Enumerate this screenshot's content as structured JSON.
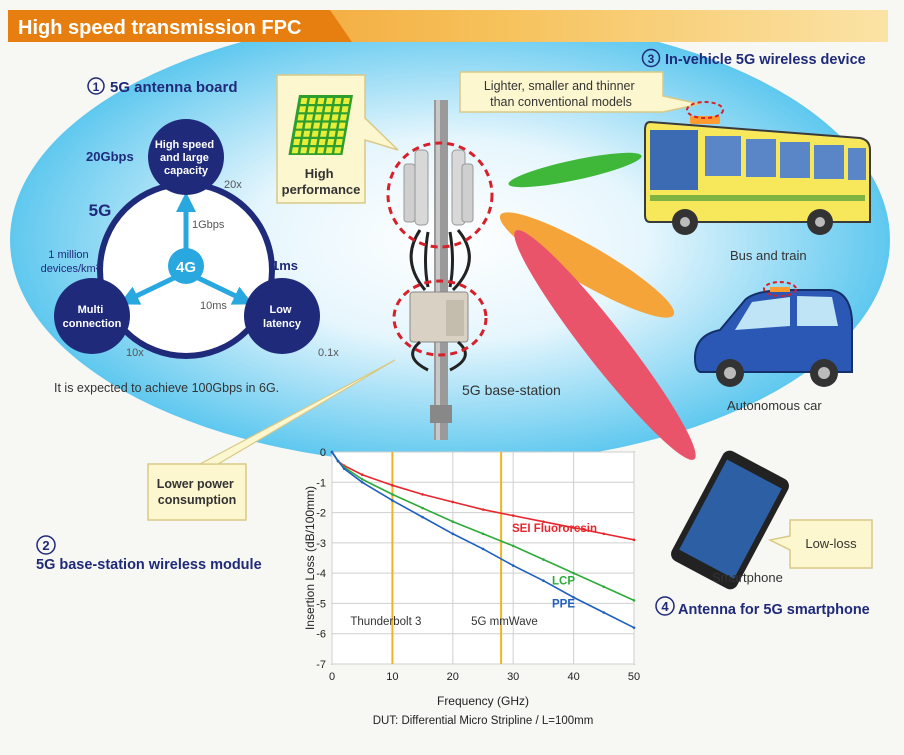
{
  "header": {
    "title": "High speed transmission FPC"
  },
  "antenna_board": {
    "number": "1",
    "title": "5G antenna board",
    "center_5g": "5G",
    "center_4g": "4G",
    "circles": {
      "top": [
        "High speed",
        "and large",
        "capacity"
      ],
      "left": [
        "Multi",
        "connection"
      ],
      "right": [
        "Low",
        "latency"
      ]
    },
    "values": {
      "top_5g": "20Gbps",
      "top_4g": "1Gbps",
      "top_ratio": "20x",
      "left_5g": [
        "1 million",
        "devices/km²"
      ],
      "left_ratio": "10x",
      "right_5g": "1ms",
      "right_4g": "10ms",
      "right_ratio": "0.1x"
    },
    "note": "It is expected to achieve 100Gbps in 6G."
  },
  "base_station": {
    "label": "5G base-station",
    "callout_top": [
      "High",
      "performance"
    ],
    "callout_bottom": [
      "Lower power",
      "consumption"
    ]
  },
  "module": {
    "number": "2",
    "title": "5G base-station wireless module"
  },
  "vehicle": {
    "number": "3",
    "title": "In-vehicle 5G wireless device",
    "callout": [
      "Lighter, smaller and thinner",
      "than conventional models"
    ],
    "bus_label": "Bus and train",
    "car_label": "Autonomous car"
  },
  "smartphone": {
    "number": "4",
    "title": "Antenna for 5G smartphone",
    "label": "Smartphone",
    "callout": "Low-loss"
  },
  "colors": {
    "navy": "#1f2a7a",
    "accent_orange": "#f5a623",
    "sky_blue": "#5fc8ef",
    "callout_fill": "#fdf7cf",
    "beam_green": "#3fb83a",
    "beam_orange": "#f5a43a",
    "beam_red": "#e9546b"
  },
  "icons": [
    "antenna-chip-icon",
    "bus-icon",
    "car-icon",
    "smartphone-icon",
    "base-station-tower-icon"
  ],
  "chart_data": {
    "type": "line",
    "xlabel": "Frequency (GHz)",
    "ylabel": "Insertion Loss (dB/100mm)",
    "xlim": [
      0,
      50
    ],
    "ylim": [
      -7,
      0
    ],
    "xticks": [
      "0",
      "10",
      "20",
      "30",
      "40",
      "50"
    ],
    "yticks": [
      "0",
      "-1",
      "-2",
      "-3",
      "-4",
      "-5",
      "-6",
      "-7"
    ],
    "grid": true,
    "caption": "DUT: Differential Micro Stripline / L=100mm",
    "vlines": [
      {
        "x": 10,
        "label": "Thunderbolt 3"
      },
      {
        "x": 28,
        "label": "5G mmWave"
      }
    ],
    "series": [
      {
        "name": "SEI Fluororesin",
        "color": "#e8262d",
        "x": [
          0,
          1,
          2,
          5,
          10,
          15,
          20,
          25,
          30,
          35,
          40,
          45,
          50
        ],
        "values": [
          0,
          -0.3,
          -0.45,
          -0.75,
          -1.1,
          -1.4,
          -1.65,
          -1.9,
          -2.1,
          -2.3,
          -2.5,
          -2.7,
          -2.9
        ]
      },
      {
        "name": "LCP",
        "color": "#2eaa3a",
        "x": [
          0,
          1,
          2,
          5,
          10,
          15,
          20,
          25,
          30,
          35,
          40,
          45,
          50
        ],
        "values": [
          0,
          -0.3,
          -0.5,
          -0.9,
          -1.4,
          -1.85,
          -2.3,
          -2.7,
          -3.1,
          -3.55,
          -4.0,
          -4.45,
          -4.9
        ]
      },
      {
        "name": "PPE",
        "color": "#1f5fbf",
        "x": [
          0,
          1,
          2,
          5,
          10,
          15,
          20,
          25,
          30,
          35,
          40,
          45,
          50
        ],
        "values": [
          0,
          -0.3,
          -0.55,
          -1.0,
          -1.6,
          -2.15,
          -2.7,
          -3.2,
          -3.75,
          -4.25,
          -4.8,
          -5.3,
          -5.8
        ]
      }
    ]
  }
}
